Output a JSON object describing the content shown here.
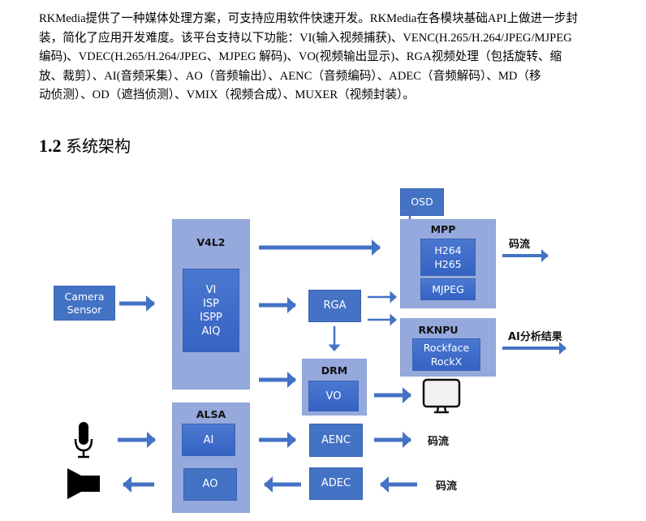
{
  "paragraph": {
    "lines": [
      "RKMedia提供了一种媒体处理方案，可支持应用软件快速开发。RKMedia在各模块基础API上做进一步封",
      "装，简化了应用开发难度。该平台支持以下功能：VI(输入视频捕获)、VENC(H.265/H.264/JPEG/MJPEG",
      "编码)、VDEC(H.265/H.264/JPEG、MJPEG 解码)、VO(视频输出显示)、RGA视频处理（包括旋转、缩",
      "放、裁剪）、AI(音频采集）、AO（音频输出）、AENC（音频编码）、ADEC（音频解码）、MD（移",
      "动侦测）、OD（遮挡侦测）、VMIX（视频合成）、MUXER（视频封装）。"
    ]
  },
  "heading": {
    "number": "1.2",
    "text": "系统架构"
  },
  "diagram": {
    "camera": {
      "line1": "Camera",
      "line2": "Sensor"
    },
    "v4l2": {
      "title": "V4L2",
      "items": [
        "VI",
        "ISP",
        "ISPP",
        "AIQ"
      ]
    },
    "rga": "RGA",
    "osd": "OSD",
    "mpp": {
      "title": "MPP",
      "h264": "H264",
      "h265": "H265",
      "mjpeg": "MJPEG"
    },
    "rknpu": {
      "title": "RKNPU",
      "items": [
        "Rockface",
        "RockX"
      ]
    },
    "drm": {
      "title": "DRM",
      "vo": "VO"
    },
    "alsa": {
      "title": "ALSA",
      "ai": "AI",
      "ao": "AO"
    },
    "aenc": "AENC",
    "adec": "ADEC",
    "outputs": {
      "mpp_stream": "码流",
      "ai_result": "AI分析结果",
      "aenc_stream": "码流",
      "adec_stream": "码流"
    },
    "icons": [
      "monitor-icon",
      "microphone-icon",
      "speaker-icon"
    ],
    "colors": {
      "block": "#4472c4",
      "container": "#95a9dc",
      "arrow": "#4472c4"
    }
  }
}
